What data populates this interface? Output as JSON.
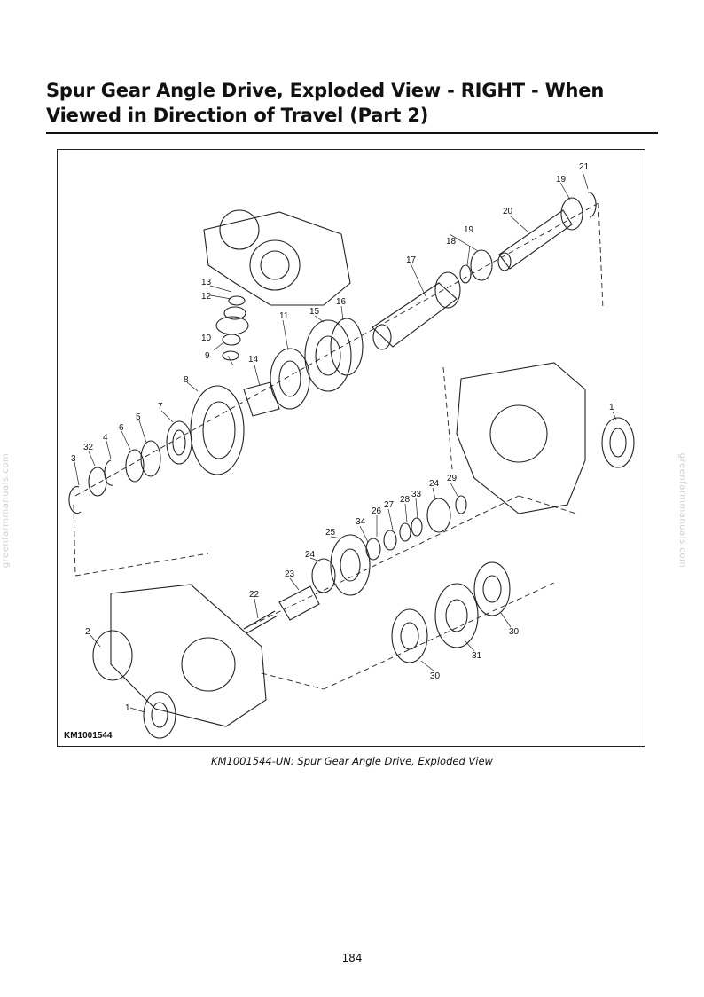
{
  "page": {
    "title": "Spur Gear Angle Drive, Exploded View - RIGHT - When Viewed in Direction of Travel (Part 2)",
    "figure_id": "KM1001544",
    "caption": "KM1001544-UN: Spur Gear Angle Drive, Exploded View",
    "page_number": "184",
    "watermark": "greenfarmmanuals.com"
  },
  "callouts": [
    "21",
    "19",
    "20",
    "18",
    "19",
    "17",
    "13",
    "12",
    "16",
    "15",
    "11",
    "10",
    "9",
    "14",
    "8",
    "7",
    "5",
    "6",
    "4",
    "32",
    "3",
    "1",
    "29",
    "24",
    "33",
    "28",
    "27",
    "26",
    "34",
    "25",
    "24",
    "23",
    "22",
    "2",
    "30",
    "31",
    "30",
    "1"
  ]
}
